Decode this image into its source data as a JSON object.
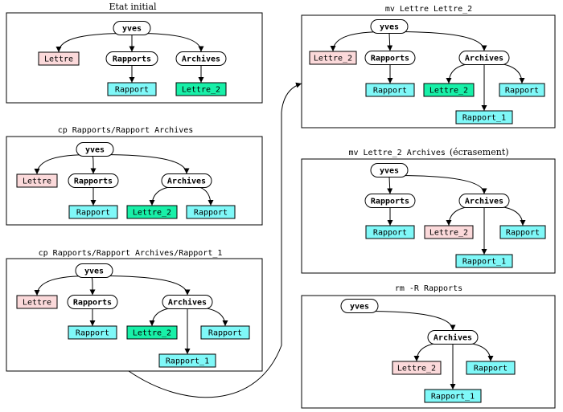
{
  "colors": {
    "file_pink": "#fbd9da",
    "file_cyan": "#7ff8f8",
    "file_green": "#18f0a8",
    "dir_white": "#ffffff"
  },
  "panels": [
    {
      "id": "p1",
      "caption": "Etat initial",
      "nodes": [
        {
          "id": "yves",
          "label": "yves",
          "kind": "dir"
        },
        {
          "id": "lettre",
          "label": "Lettre",
          "kind": "file",
          "color": "file_pink"
        },
        {
          "id": "rapports",
          "label": "Rapports",
          "kind": "dir"
        },
        {
          "id": "archives",
          "label": "Archives",
          "kind": "dir"
        },
        {
          "id": "rapport",
          "label": "Rapport",
          "kind": "file",
          "color": "file_cyan"
        },
        {
          "id": "lettre2",
          "label": "Lettre_2",
          "kind": "file",
          "color": "file_green"
        }
      ]
    },
    {
      "id": "p2",
      "caption": "cp Rapports/Rapport Archives",
      "nodes": [
        {
          "id": "yves",
          "label": "yves",
          "kind": "dir"
        },
        {
          "id": "lettre",
          "label": "Lettre",
          "kind": "file",
          "color": "file_pink"
        },
        {
          "id": "rapports",
          "label": "Rapports",
          "kind": "dir"
        },
        {
          "id": "archives",
          "label": "Archives",
          "kind": "dir"
        },
        {
          "id": "rapport",
          "label": "Rapport",
          "kind": "file",
          "color": "file_cyan"
        },
        {
          "id": "lettre2",
          "label": "Lettre_2",
          "kind": "file",
          "color": "file_green"
        },
        {
          "id": "rapportA",
          "label": "Rapport",
          "kind": "file",
          "color": "file_cyan"
        }
      ]
    },
    {
      "id": "p3",
      "caption": "cp Rapports/Rapport Archives/Rapport_1",
      "nodes": [
        {
          "id": "yves",
          "label": "yves",
          "kind": "dir"
        },
        {
          "id": "lettre",
          "label": "Lettre",
          "kind": "file",
          "color": "file_pink"
        },
        {
          "id": "rapports",
          "label": "Rapports",
          "kind": "dir"
        },
        {
          "id": "archives",
          "label": "Archives",
          "kind": "dir"
        },
        {
          "id": "rapport",
          "label": "Rapport",
          "kind": "file",
          "color": "file_cyan"
        },
        {
          "id": "lettre2",
          "label": "Lettre_2",
          "kind": "file",
          "color": "file_green"
        },
        {
          "id": "rapportA",
          "label": "Rapport",
          "kind": "file",
          "color": "file_cyan"
        },
        {
          "id": "rapport1",
          "label": "Rapport_1",
          "kind": "file",
          "color": "file_cyan"
        }
      ]
    },
    {
      "id": "p4",
      "caption": "mv Lettre Lettre_2",
      "nodes": [
        {
          "id": "yves",
          "label": "yves",
          "kind": "dir"
        },
        {
          "id": "lettre",
          "label": "Lettre_2",
          "kind": "file",
          "color": "file_pink"
        },
        {
          "id": "rapports",
          "label": "Rapports",
          "kind": "dir"
        },
        {
          "id": "archives",
          "label": "Archives",
          "kind": "dir"
        },
        {
          "id": "rapport",
          "label": "Rapport",
          "kind": "file",
          "color": "file_cyan"
        },
        {
          "id": "lettre2",
          "label": "Lettre_2",
          "kind": "file",
          "color": "file_green"
        },
        {
          "id": "rapportA",
          "label": "Rapport",
          "kind": "file",
          "color": "file_cyan"
        },
        {
          "id": "rapport1",
          "label": "Rapport_1",
          "kind": "file",
          "color": "file_cyan"
        }
      ]
    },
    {
      "id": "p5",
      "caption": "mv Lettre_2 Archives",
      "caption_note": "(écrasement)",
      "nodes": [
        {
          "id": "yves",
          "label": "yves",
          "kind": "dir"
        },
        {
          "id": "rapports",
          "label": "Rapports",
          "kind": "dir"
        },
        {
          "id": "archives",
          "label": "Archives",
          "kind": "dir"
        },
        {
          "id": "rapport",
          "label": "Rapport",
          "kind": "file",
          "color": "file_cyan"
        },
        {
          "id": "lettre2",
          "label": "Lettre_2",
          "kind": "file",
          "color": "file_pink"
        },
        {
          "id": "rapportA",
          "label": "Rapport",
          "kind": "file",
          "color": "file_cyan"
        },
        {
          "id": "rapport1",
          "label": "Rapport_1",
          "kind": "file",
          "color": "file_cyan"
        }
      ]
    },
    {
      "id": "p6",
      "caption": "rm -R Rapports",
      "nodes": [
        {
          "id": "yves",
          "label": "yves",
          "kind": "dir"
        },
        {
          "id": "archives",
          "label": "Archives",
          "kind": "dir"
        },
        {
          "id": "lettre2",
          "label": "Lettre_2",
          "kind": "file",
          "color": "file_pink"
        },
        {
          "id": "rapportA",
          "label": "Rapport",
          "kind": "file",
          "color": "file_cyan"
        },
        {
          "id": "rapport1",
          "label": "Rapport_1",
          "kind": "file",
          "color": "file_cyan"
        }
      ]
    }
  ]
}
